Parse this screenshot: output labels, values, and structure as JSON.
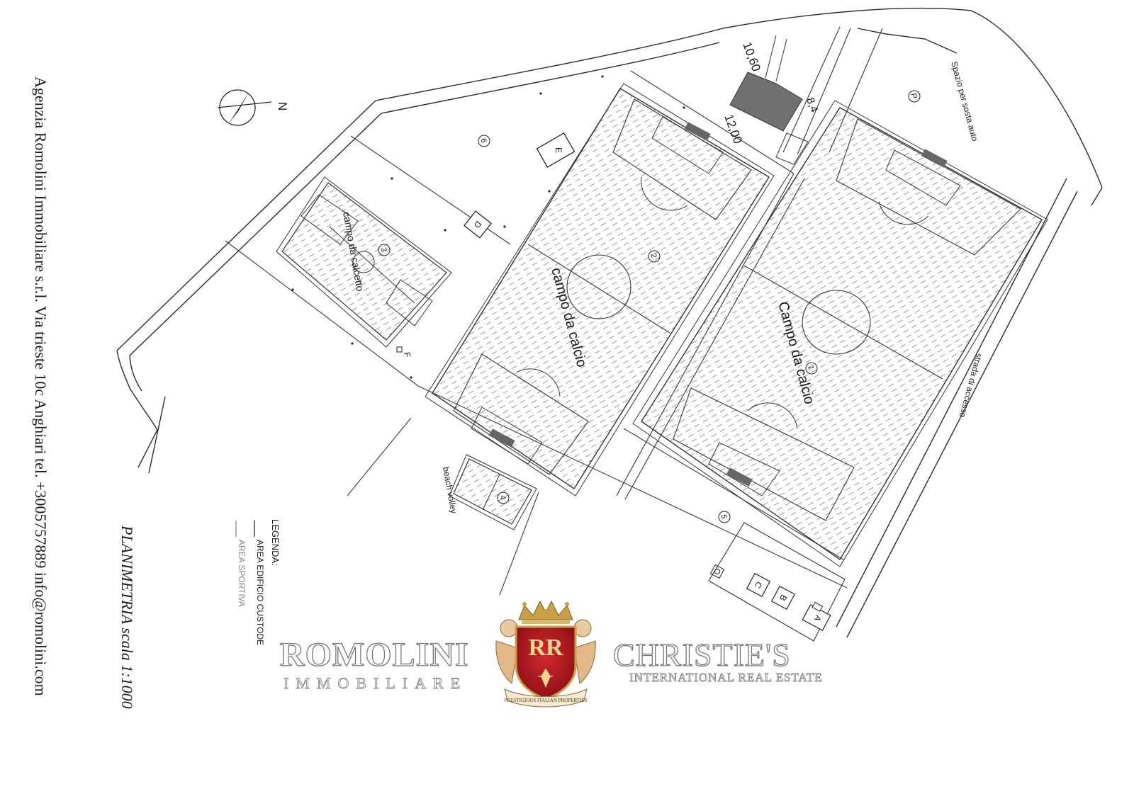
{
  "agency_line": "Agenzia Romolini Immobiliare s.r.l.  Via trieste 10c Anghiari  tel. +3005757889 info@romolini.com",
  "title": "PLANIMETRIA  scala  1:1000",
  "legend": {
    "heading": "LEGENDA:",
    "items": [
      "AREA EDIFICIO CUSTODE",
      "AREA SPORTIVA"
    ]
  },
  "fields": {
    "field1": {
      "number": "1",
      "label": "Campo da calcio"
    },
    "field2": {
      "number": "2",
      "label": "campo da calcio"
    },
    "field3": {
      "number": "3",
      "label": "campo da calcetto"
    },
    "field4": {
      "number": "4",
      "label": "beach volley"
    }
  },
  "areas": {
    "area5": "5",
    "area6": "6",
    "parking_symbol": "P",
    "parking_label": "Spazio per sosta auto",
    "road_label": "strada di accesso"
  },
  "buildings": [
    "A",
    "B",
    "C",
    "D",
    "E",
    "F"
  ],
  "dimensions": [
    "10,60",
    "12,00",
    "8,4"
  ],
  "compass": "N",
  "logos": {
    "romolini_main": "ROMOLINI",
    "romolini_sub": "IMMOBILIARE",
    "christies_main": "CHRISTIE'S",
    "christies_sub": "INTERNATIONAL REAL ESTATE",
    "crest_initials": "RR",
    "crest_banner": "PRESTIGIOUS ITALIAN PROPERTIES"
  },
  "colors": {
    "lines": "#2a2a2a",
    "hatch": "#b5b5b5",
    "building": "#6f6f6f",
    "crest_red": "#b3141d",
    "crest_gold": "#c9a04a"
  }
}
